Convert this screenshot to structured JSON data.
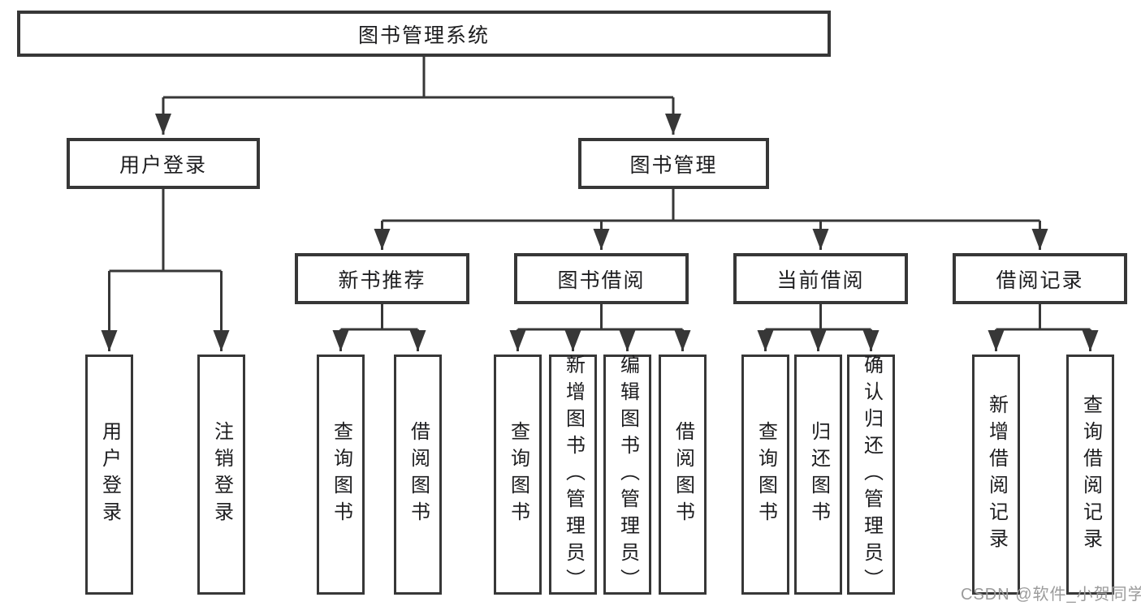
{
  "diagram": {
    "root": {
      "label": "图书管理系统"
    },
    "branches": [
      {
        "label": "用户登录",
        "children": [
          {
            "label": "用户登录"
          },
          {
            "label": "注销登录"
          }
        ]
      },
      {
        "label": "图书管理",
        "children": [
          {
            "label": "新书推荐",
            "children": [
              {
                "label": "查询图书"
              },
              {
                "label": "借阅图书"
              }
            ]
          },
          {
            "label": "图书借阅",
            "children": [
              {
                "label": "查询图书"
              },
              {
                "label": "新增图书（管理员）"
              },
              {
                "label": "编辑图书（管理员）"
              },
              {
                "label": "借阅图书"
              }
            ]
          },
          {
            "label": "当前借阅",
            "children": [
              {
                "label": "查询图书"
              },
              {
                "label": "归还图书"
              },
              {
                "label": "确认归还（管理员）"
              }
            ]
          },
          {
            "label": "借阅记录",
            "children": [
              {
                "label": "新增借阅记录"
              },
              {
                "label": "查询借阅记录"
              }
            ]
          }
        ]
      }
    ]
  },
  "watermark": {
    "text": "CSDN @软件_小贺同学"
  },
  "colors": {
    "line": "#373737",
    "box_border": "#373737",
    "text": "#1d1d1f",
    "watermark": "#9b9b9b",
    "background": "#ffffff"
  }
}
